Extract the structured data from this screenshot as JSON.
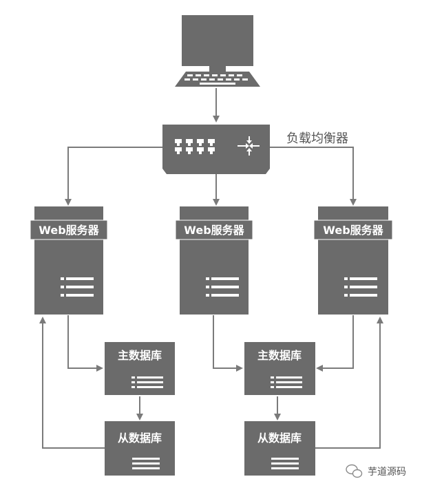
{
  "diagram": {
    "colors": {
      "box": "#6b6b6b",
      "line": "#7a7a7a",
      "box_text": "#ffffff",
      "caption_text": "#555555",
      "background": "#ffffff"
    },
    "client": {
      "icon": "desktop-computer-icon"
    },
    "load_balancer": {
      "label": "负载均衡器",
      "icons": [
        "network-ports-icon",
        "routing-arrows-icon"
      ]
    },
    "web_servers": [
      {
        "label": "Web服务器"
      },
      {
        "label": "Web服务器"
      },
      {
        "label": "Web服务器"
      }
    ],
    "master_databases": [
      {
        "label": "主数据库"
      },
      {
        "label": "主数据库"
      }
    ],
    "slave_databases": [
      {
        "label": "从数据库"
      },
      {
        "label": "从数据库"
      }
    ],
    "watermark": {
      "text": "芋道源码",
      "icon": "wechat-icon"
    }
  }
}
